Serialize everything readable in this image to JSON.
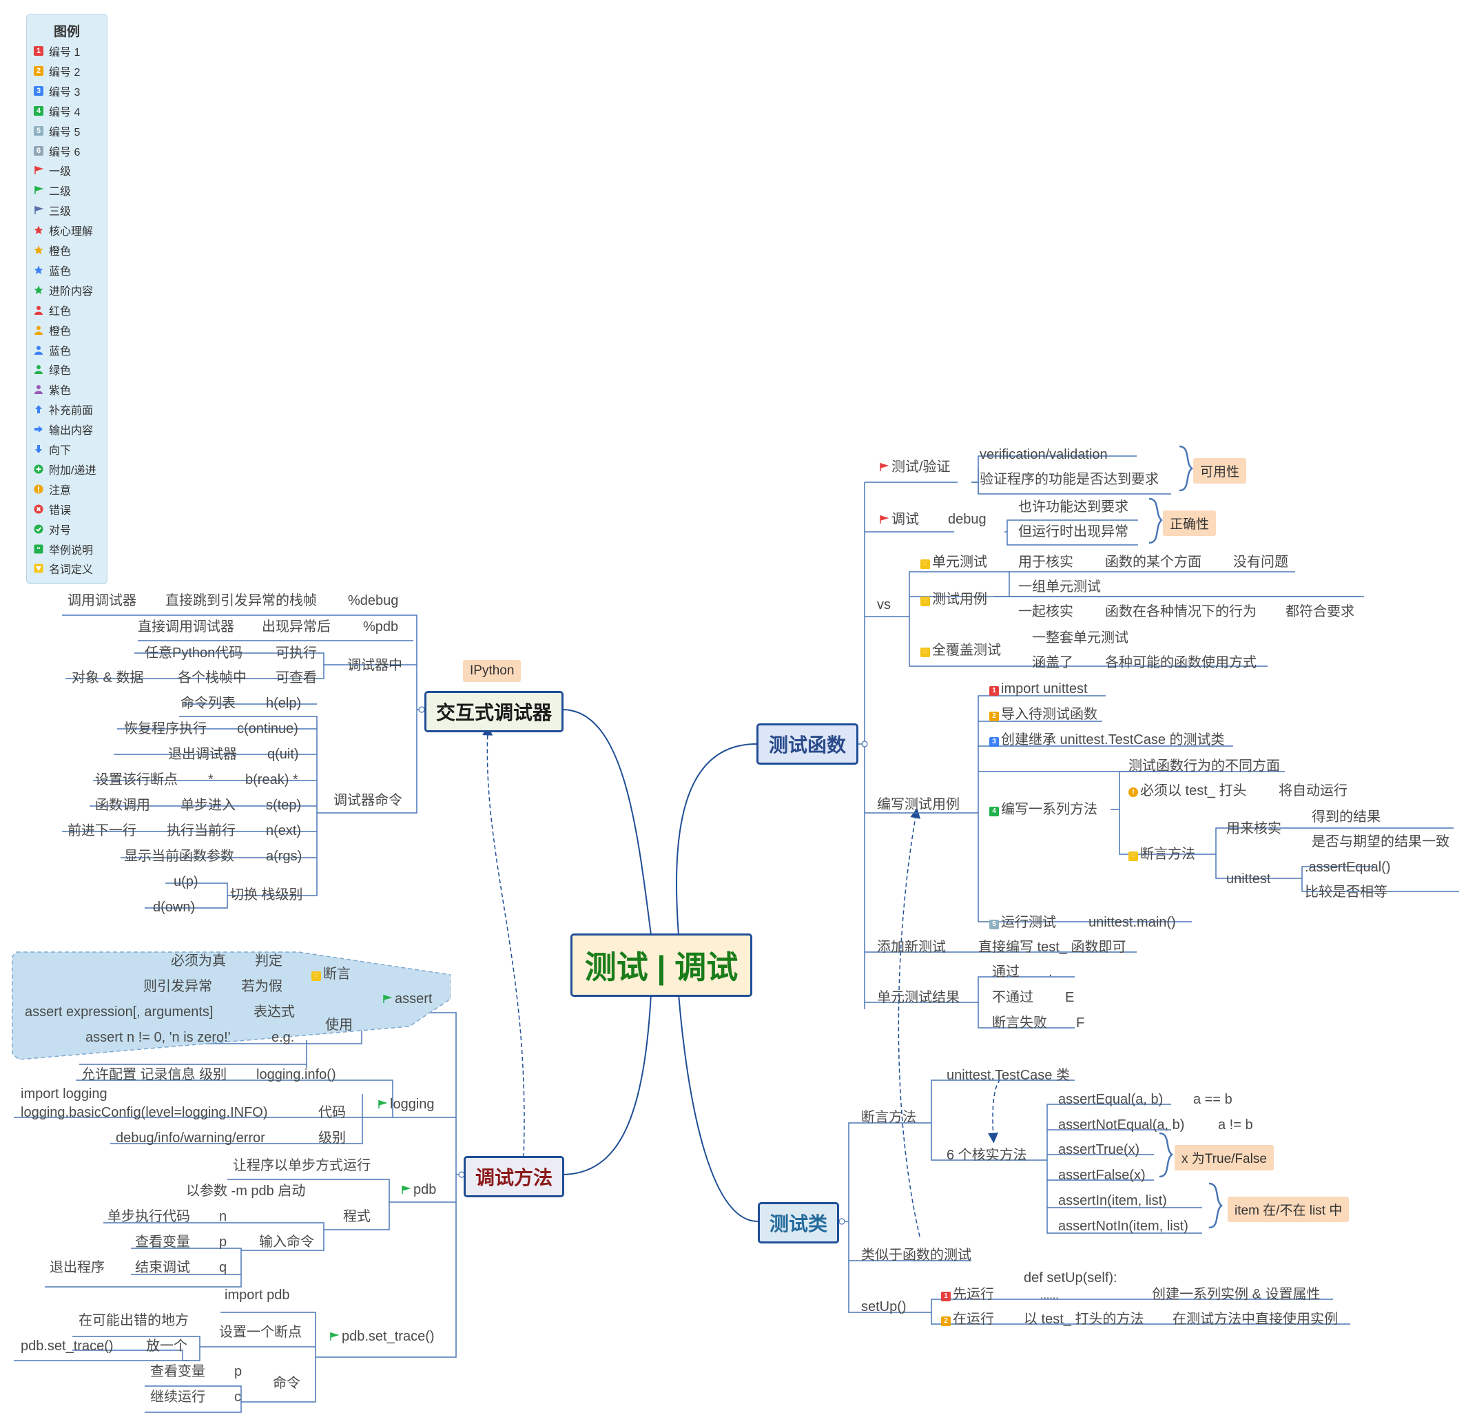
{
  "center": "测试 | 调试",
  "legend": {
    "title": "图例",
    "items": [
      {
        "label": "编号 1",
        "icon": "priority-1-icon",
        "color": "#e53e3e"
      },
      {
        "label": "编号 2",
        "icon": "priority-2-icon",
        "color": "#f0a400"
      },
      {
        "label": "编号 3",
        "icon": "priority-3-icon",
        "color": "#3b82f6"
      },
      {
        "label": "编号 4",
        "icon": "priority-4-icon",
        "color": "#22b14c"
      },
      {
        "label": "编号 5",
        "icon": "priority-5-icon",
        "color": "#8fb0c0"
      },
      {
        "label": "编号 6",
        "icon": "priority-6-icon",
        "color": "#8fa6b6"
      },
      {
        "label": "一级",
        "icon": "flag-red-icon",
        "color": "#e53e3e"
      },
      {
        "label": "二级",
        "icon": "flag-green-icon",
        "color": "#22b14c"
      },
      {
        "label": "三级",
        "icon": "flag-blue-icon",
        "color": "#5b6fa8"
      },
      {
        "label": "核心理解",
        "icon": "star-red-icon",
        "color": "#e53e3e"
      },
      {
        "label": "橙色",
        "icon": "star-orange-icon",
        "color": "#f0a400"
      },
      {
        "label": "蓝色",
        "icon": "star-blue-icon",
        "color": "#3b82f6"
      },
      {
        "label": "进阶内容",
        "icon": "star-green-icon",
        "color": "#22b14c"
      },
      {
        "label": "红色",
        "icon": "person-red-icon",
        "color": "#e53e3e"
      },
      {
        "label": "橙色",
        "icon": "person-orange-icon",
        "color": "#f0a400"
      },
      {
        "label": "蓝色",
        "icon": "person-blue-icon",
        "color": "#3b82f6"
      },
      {
        "label": "绿色",
        "icon": "person-green-icon",
        "color": "#22b14c"
      },
      {
        "label": "紫色",
        "icon": "person-purple-icon",
        "color": "#9b59b6"
      },
      {
        "label": "补充前面",
        "icon": "arrow-up-icon",
        "color": "#3b82f6"
      },
      {
        "label": "输出内容",
        "icon": "arrow-right-icon",
        "color": "#3b82f6"
      },
      {
        "label": "向下",
        "icon": "arrow-down-icon",
        "color": "#3b82f6"
      },
      {
        "label": "附加/递进",
        "icon": "plus-circle-icon",
        "color": "#22b14c"
      },
      {
        "label": "注意",
        "icon": "exclamation-icon",
        "color": "#f0a400"
      },
      {
        "label": "错误",
        "icon": "cross-circle-icon",
        "color": "#e53e3e"
      },
      {
        "label": "对号",
        "icon": "check-circle-icon",
        "color": "#22b14c"
      },
      {
        "label": "举例说明",
        "icon": "quote-icon",
        "color": "#22b14c"
      },
      {
        "label": "名词定义",
        "icon": "definition-icon",
        "color": "#f5c518"
      }
    ]
  },
  "test_func": {
    "title": "测试函数",
    "verify": {
      "label": "测试/验证",
      "a": "verification/validation",
      "b": "验证程序的功能是否达到要求",
      "note": "可用性"
    },
    "debug": {
      "label": "调试",
      "word": "debug",
      "a": "也许功能达到要求",
      "b": "但运行时出现异常",
      "note": "正确性"
    },
    "vs": {
      "label": "vs",
      "unit": {
        "label": "单元测试",
        "a": "用于核实",
        "b": "函数的某个方面",
        "c": "没有问题"
      },
      "case": {
        "label": "测试用例",
        "a": "一组单元测试",
        "b": "一起核实",
        "c": "函数在各种情况下的行为",
        "d": "都符合要求"
      },
      "full": {
        "label": "全覆盖测试",
        "a": "一整套单元测试",
        "b": "涵盖了",
        "c": "各种可能的函数使用方式"
      }
    },
    "write": {
      "label": "编写测试用例",
      "s1": "import unittest",
      "s2": "导入待测试函数",
      "s3": "创建继承 unittest.TestCase 的测试类",
      "s4": "编写一系列方法",
      "s4a": "测试函数行为的不同方面",
      "s4b": "必须以 test_ 打头",
      "s4c": "将自动运行",
      "assert_label": "断言方法",
      "verify_label": "用来核实",
      "v1": "得到的结果",
      "v2": "是否与期望的结果一致",
      "unittest_label": "unittest",
      "u1": ".assertEqual()",
      "u2": "比较是否相等",
      "s5": "运行测试",
      "s5a": "unittest.main()"
    },
    "add": {
      "label": "添加新测试",
      "a": "直接编写 test_ 函数即可"
    },
    "result": {
      "label": "单元测试结果",
      "pass": "通过",
      "pass_s": ".",
      "fail": "不通过",
      "fail_s": "E",
      "afail": "断言失败",
      "afail_s": "F"
    }
  },
  "test_class": {
    "title": "测试类",
    "assert": {
      "label": "断言方法",
      "tc": "unittest.TestCase 类",
      "core": "6 个核实方法",
      "m1": "assertEqual(a, b)",
      "m1v": "a == b",
      "m2": "assertNotEqual(a, b)",
      "m2v": "a != b",
      "m3": "assertTrue(x)",
      "m4": "assertFalse(x)",
      "note34": "x 为True/False",
      "m5": "assertIn(item, list)",
      "m6": "assertNotIn(item, list)",
      "note56": "item 在/不在 list 中"
    },
    "similar": "类似于函数的测试",
    "setup": {
      "label": "setUp()",
      "first": "先运行",
      "def1": "def setUp(self):",
      "def2": "......",
      "create": "创建一系列实例 & 设置属性",
      "then": "在运行",
      "then_a": "以 test_ 打头的方法",
      "then_b": "在测试方法中直接使用实例"
    }
  },
  "inter": {
    "title": "交互式调试器",
    "callout": "IPython",
    "r1": {
      "a": "调用调试器",
      "b": "直接跳到引发异常的栈帧",
      "c": "%debug"
    },
    "r2": {
      "a": "直接调用调试器",
      "b": "出现异常后",
      "c": "%pdb"
    },
    "in_label": "调试器中",
    "r3": {
      "a": "任意Python代码",
      "b": "可执行"
    },
    "r4": {
      "a": "对象 & 数据",
      "b": "各个栈帧中",
      "c": "可查看"
    },
    "cmd_label": "调试器命令",
    "c1": {
      "a": "命令列表",
      "b": "h(elp)"
    },
    "c2": {
      "a": "恢复程序执行",
      "b": "c(ontinue)"
    },
    "c3": {
      "a": "退出调试器",
      "b": "q(uit)"
    },
    "c4": {
      "a": "设置该行断点",
      "b": "*",
      "c": "b(reak) *"
    },
    "c5": {
      "a": "函数调用",
      "b": "单步进入",
      "c": "s(tep)"
    },
    "c6": {
      "a": "前进下一行",
      "b": "执行当前行",
      "c": "n(ext)"
    },
    "c7": {
      "a": "显示当前函数参数",
      "b": "a(rgs)"
    },
    "c8": {
      "a": "u(p)",
      "b": "d(own)",
      "c": "切换 栈级别"
    }
  },
  "debug_method": {
    "title": "调试方法",
    "assert": {
      "label": "assert",
      "duan": "断言",
      "a1": "必须为真",
      "a2": "判定",
      "a3": "则引发异常",
      "a4": "若为假",
      "use": "使用",
      "u1": "assert expression[, arguments]",
      "u2": "表达式",
      "u3": "assert n != 0, 'n is zero!'",
      "u4": "e.g."
    },
    "logging": {
      "label": "logging",
      "l1": "允许配置 记录信息 级别",
      "l2": "logging.info()",
      "code1": "import logging",
      "code2": "logging.basicConfig(level=logging.INFO)",
      "code_label": "代码",
      "l3": "debug/info/warning/error",
      "l4": "级别"
    },
    "pdb": {
      "label": "pdb",
      "p1": "让程序以单步方式运行",
      "p2": "以参数 -m pdb 启动",
      "prog": "程式",
      "input": "输入命令",
      "k1": "单步执行代码",
      "k1v": "n",
      "k2": "查看变量",
      "k2v": "p",
      "k3": "退出程序",
      "k3m": "结束调试",
      "k3v": "q"
    },
    "trace": {
      "label": "pdb.set_trace()",
      "t1": "import pdb",
      "bp": "设置一个断点",
      "t2": "在可能出错的地方",
      "t3": "pdb.set_trace()",
      "t3b": "放一个",
      "cmd": "命令",
      "k1": "查看变量",
      "k1v": "p",
      "k2": "继续运行",
      "k2v": "c"
    }
  }
}
